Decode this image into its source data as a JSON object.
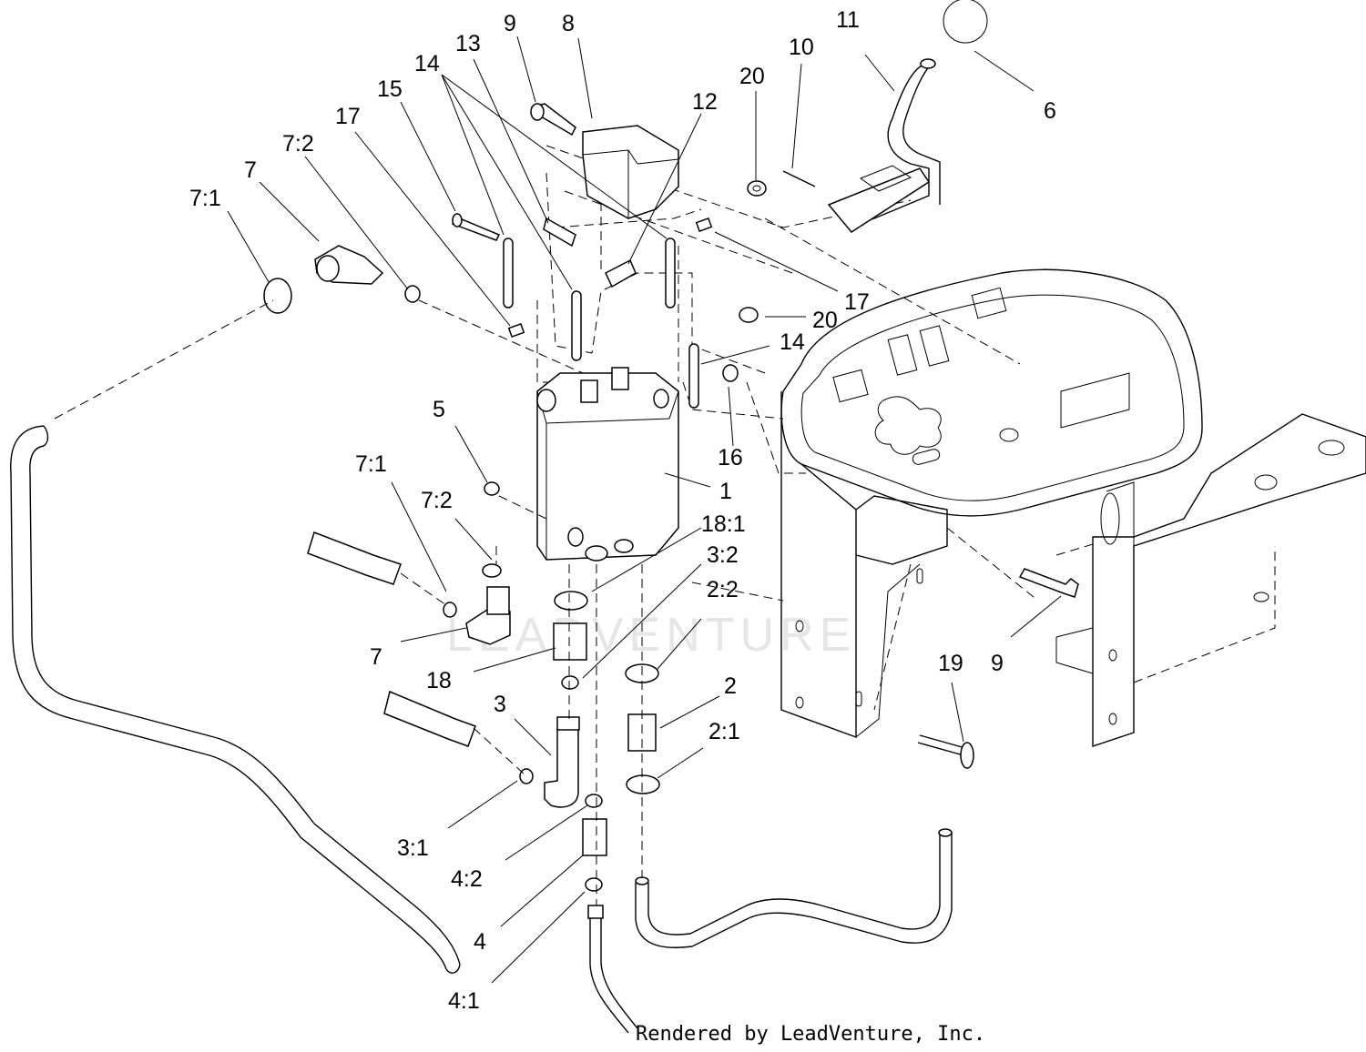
{
  "watermark": "LEADVENTURE",
  "credit": "Rendered by LeadVenture, Inc.",
  "callouts": [
    {
      "id": "1",
      "text": "1"
    },
    {
      "id": "2",
      "text": "2"
    },
    {
      "id": "2_1",
      "text": "2:1"
    },
    {
      "id": "2_2",
      "text": "2:2"
    },
    {
      "id": "3",
      "text": "3"
    },
    {
      "id": "3_1",
      "text": "3:1"
    },
    {
      "id": "3_2",
      "text": "3:2"
    },
    {
      "id": "4",
      "text": "4"
    },
    {
      "id": "4_1",
      "text": "4:1"
    },
    {
      "id": "4_2",
      "text": "4:2"
    },
    {
      "id": "5",
      "text": "5"
    },
    {
      "id": "6",
      "text": "6"
    },
    {
      "id": "7_top",
      "text": "7"
    },
    {
      "id": "7_1_top",
      "text": "7:1"
    },
    {
      "id": "7_2_top",
      "text": "7:2"
    },
    {
      "id": "7_mid",
      "text": "7"
    },
    {
      "id": "7_1_mid",
      "text": "7:1"
    },
    {
      "id": "7_2_mid",
      "text": "7:2"
    },
    {
      "id": "8",
      "text": "8"
    },
    {
      "id": "9_top",
      "text": "9"
    },
    {
      "id": "9_right",
      "text": "9"
    },
    {
      "id": "10",
      "text": "10"
    },
    {
      "id": "11",
      "text": "11"
    },
    {
      "id": "12",
      "text": "12"
    },
    {
      "id": "13",
      "text": "13"
    },
    {
      "id": "14_top",
      "text": "14"
    },
    {
      "id": "14_right",
      "text": "14"
    },
    {
      "id": "15",
      "text": "15"
    },
    {
      "id": "16",
      "text": "16"
    },
    {
      "id": "17_top",
      "text": "17"
    },
    {
      "id": "17_right",
      "text": "17"
    },
    {
      "id": "18",
      "text": "18"
    },
    {
      "id": "18_1",
      "text": "18:1"
    },
    {
      "id": "19",
      "text": "19"
    },
    {
      "id": "20_top",
      "text": "20"
    },
    {
      "id": "20_right",
      "text": "20"
    }
  ]
}
